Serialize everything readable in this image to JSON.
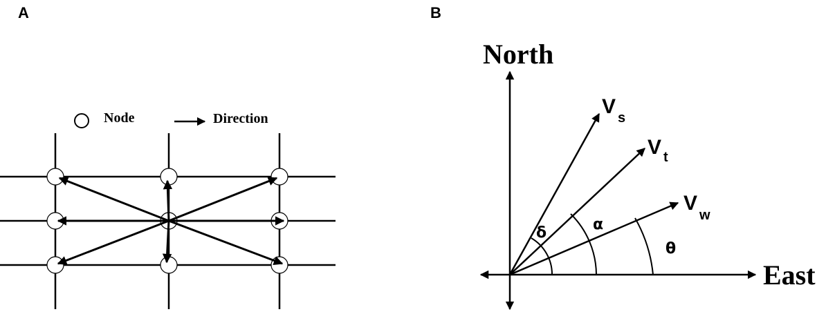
{
  "panel_a": {
    "letter": "A",
    "legend": {
      "node_label": "Node",
      "direction_label": "Direction"
    }
  },
  "panel_b": {
    "letter": "B",
    "north_label": "North",
    "east_label": "East",
    "vectors": {
      "vs": {
        "main": "V",
        "sub": "s"
      },
      "vt": {
        "main": "V",
        "sub": "t"
      },
      "vw": {
        "main": "V",
        "sub": "w"
      }
    },
    "angles": {
      "delta": "δ",
      "alpha": "α",
      "theta": "θ"
    }
  }
}
